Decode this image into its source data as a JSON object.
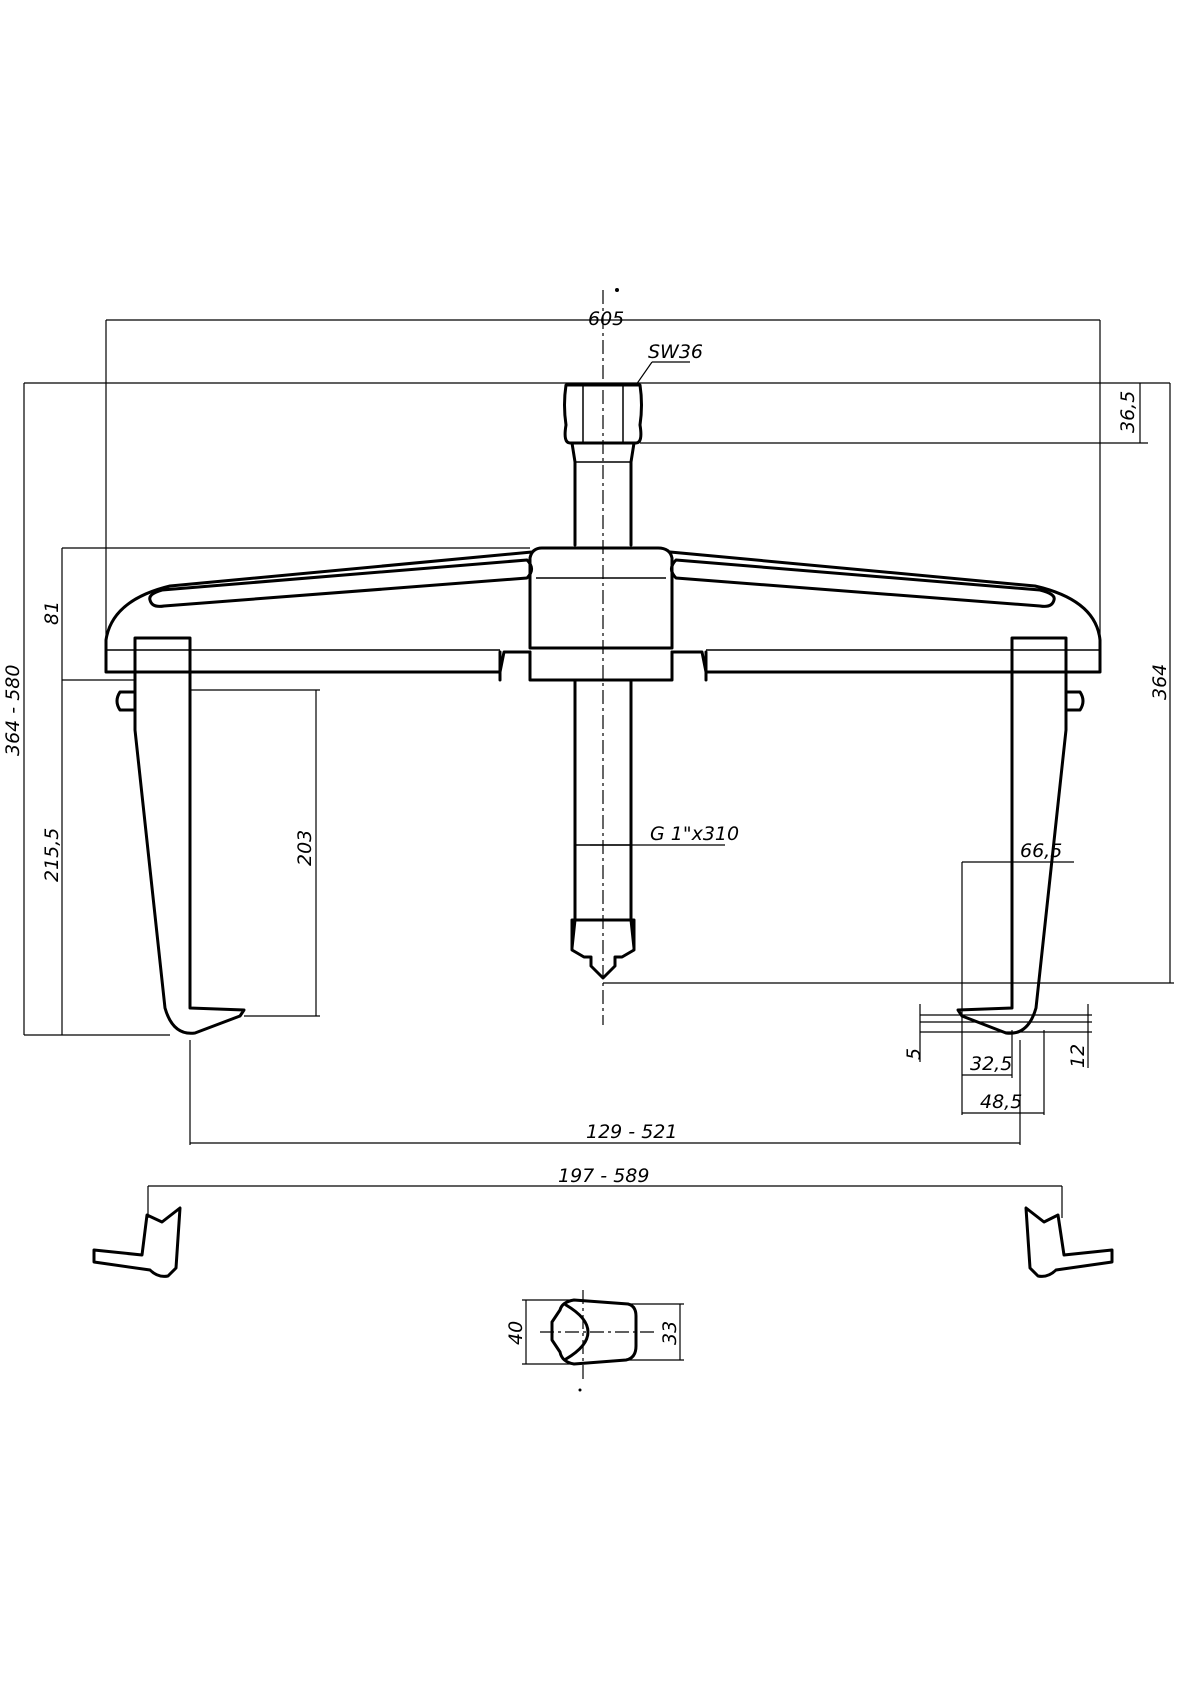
{
  "drawing": {
    "dimensions": {
      "overall_width": "605",
      "wrench_size": "SW36",
      "nut_height": "36,5",
      "total_height_range": "364 - 580",
      "beam_height": "81",
      "total_height": "364",
      "arm_length": "215,5",
      "reach": "203",
      "thread": "G 1\"x310",
      "claw_offset": "66,5",
      "claw_thickness": "5",
      "claw_depth_inner": "32,5",
      "claw_depth_outer": "48,5",
      "claw_height": "12",
      "inner_span": "129 - 521",
      "outer_span": "197 - 589",
      "tip_width": "40",
      "tip_height": "33"
    }
  }
}
